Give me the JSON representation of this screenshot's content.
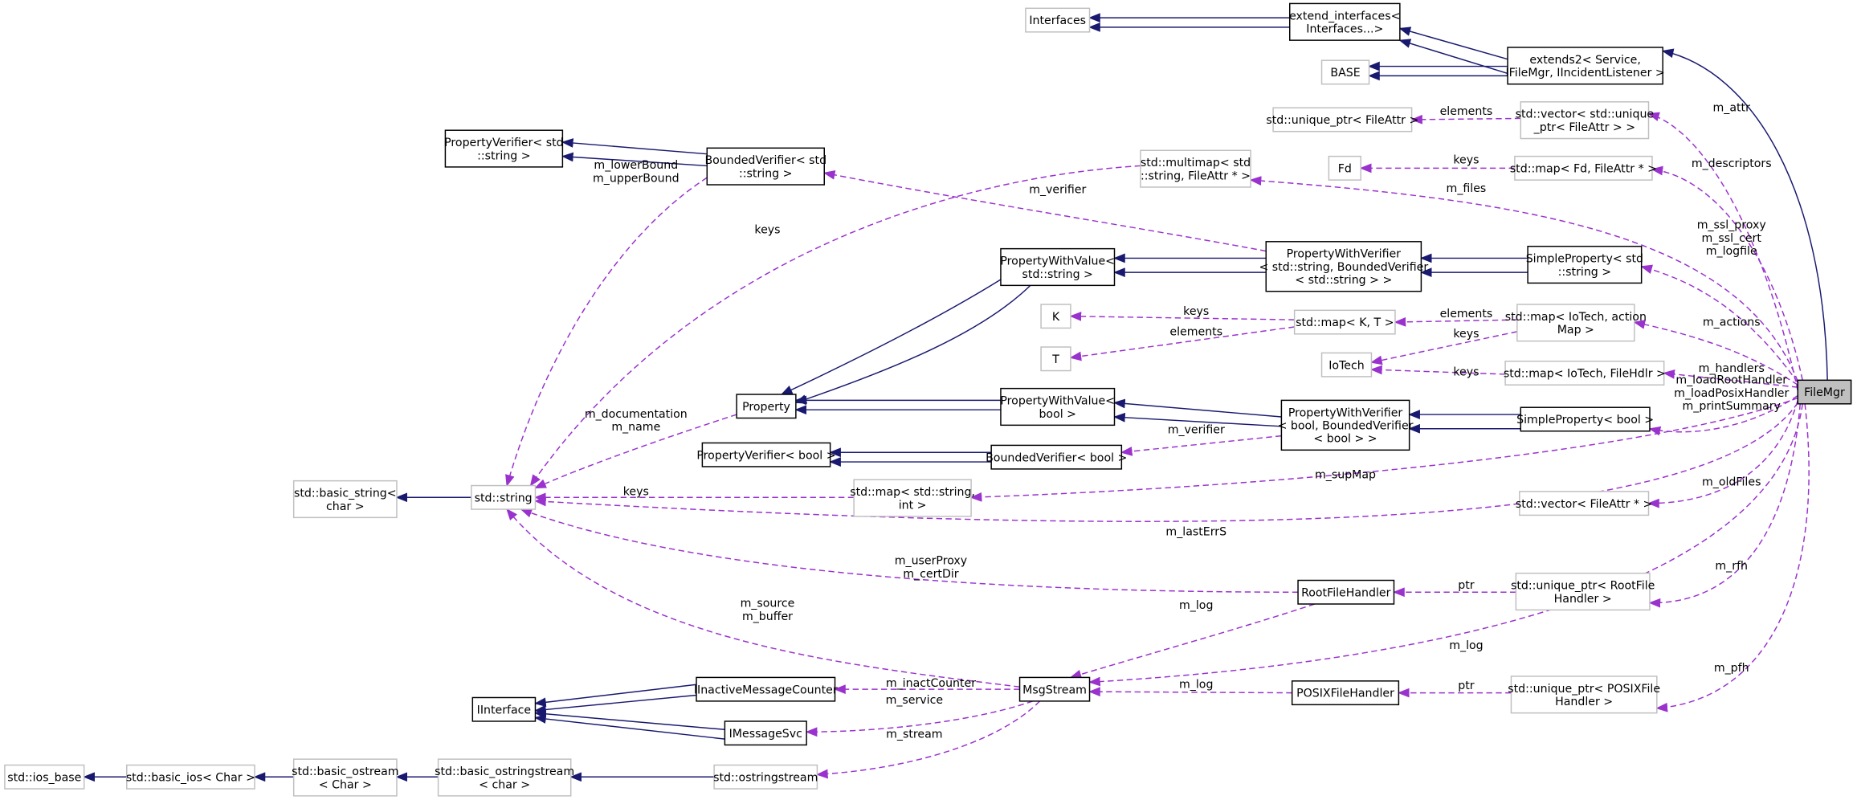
{
  "nodes": {
    "filemgr": [
      "FileMgr"
    ],
    "interfaces": [
      "Interfaces"
    ],
    "extend_interfaces": [
      "extend_interfaces<",
      "Interfaces...>"
    ],
    "base": [
      "BASE"
    ],
    "extends2": [
      "extends2< Service,",
      "IFileMgr, IIncidentListener >"
    ],
    "unique_ptr_fileattr": [
      "std::unique_ptr< FileAttr >"
    ],
    "vector_unique": [
      "std::vector< std::unique",
      "_ptr< FileAttr > >"
    ],
    "fd": [
      "Fd"
    ],
    "map_fd": [
      "std::map< Fd, FileAttr * >"
    ],
    "multimap": [
      "std::multimap< std",
      "::string, FileAttr * >"
    ],
    "pv_std": [
      "PropertyVerifier< std",
      "::string >"
    ],
    "bv_std": [
      "BoundedVerifier< std",
      "::string >"
    ],
    "pwv_string": [
      "PropertyWithValue<",
      "std::string >"
    ],
    "pwver_string": [
      "PropertyWithVerifier",
      "< std::string, BoundedVerifier",
      "< std::string > >"
    ],
    "sp_string": [
      "SimpleProperty< std",
      "::string >"
    ],
    "k": [
      "K"
    ],
    "t": [
      "T"
    ],
    "map_kt": [
      "std::map< K, T >"
    ],
    "map_iotech_action": [
      "std::map< IoTech, action",
      "Map >"
    ],
    "iotech": [
      "IoTech"
    ],
    "map_iotech_hdlr": [
      "std::map< IoTech, FileHdlr >"
    ],
    "property": [
      "Property"
    ],
    "pwv_bool": [
      "PropertyWithValue<",
      "bool >"
    ],
    "pwver_bool": [
      "PropertyWithVerifier",
      "< bool, BoundedVerifier",
      "< bool > >"
    ],
    "sp_bool": [
      "SimpleProperty< bool >"
    ],
    "pv_bool": [
      "PropertyVerifier< bool >"
    ],
    "bv_bool": [
      "BoundedVerifier< bool >"
    ],
    "basic_string": [
      "std::basic_string<",
      "char >"
    ],
    "std_string": [
      "std::string"
    ],
    "map_string_int": [
      "std::map< std::string,",
      "int >"
    ],
    "vector_fileattr": [
      "std::vector< FileAttr * >"
    ],
    "rootfilehandler": [
      "RootFileHandler"
    ],
    "unique_root": [
      "std::unique_ptr< RootFile",
      "Handler >"
    ],
    "iinterface": [
      "IInterface"
    ],
    "iinactive": [
      "IInactiveMessageCounter"
    ],
    "msgstream": [
      "MsgStream"
    ],
    "imsgsvc": [
      "IMessageSvc"
    ],
    "posixfilehandler": [
      "POSIXFileHandler"
    ],
    "unique_posix": [
      "std::unique_ptr< POSIXFile",
      "Handler >"
    ],
    "ios_base": [
      "std::ios_base"
    ],
    "basic_ios": [
      "std::basic_ios< Char >"
    ],
    "basic_ostream": [
      "std::basic_ostream",
      "< Char >"
    ],
    "basic_ostringstream": [
      "std::basic_ostringstream",
      "< char >"
    ],
    "ostringstream": [
      "std::ostringstream"
    ]
  },
  "edge_labels": {
    "m_attr": [
      "m_attr"
    ],
    "elements_uptr": [
      "elements"
    ],
    "keys_fd": [
      "keys"
    ],
    "m_descriptors": [
      "m_descriptors"
    ],
    "m_files": [
      "m_files"
    ],
    "m_lower_upper": [
      "m_lowerBound",
      "m_upperBound"
    ],
    "m_verifier_top": [
      "m_verifier"
    ],
    "keys_multimap": [
      "keys"
    ],
    "m_ssl": [
      "m_ssl_proxy",
      "m_ssl_cert",
      "m_logfile"
    ],
    "keys_k": [
      "keys"
    ],
    "elements_t": [
      "elements"
    ],
    "elements_action": [
      "elements"
    ],
    "keys_iotech1": [
      "keys"
    ],
    "m_actions": [
      "m_actions"
    ],
    "keys_iotech2": [
      "keys"
    ],
    "m_handlers": [
      "m_handlers"
    ],
    "m_load": [
      "m_loadRootHandler",
      "m_loadPosixHandler",
      "m_printSummary"
    ],
    "m_doc_name": [
      "m_documentation",
      "m_name"
    ],
    "m_verifier_bool": [
      "m_verifier"
    ],
    "m_supMap": [
      "m_supMap"
    ],
    "keys_string": [
      "keys"
    ],
    "m_oldFiles": [
      "m_oldFiles"
    ],
    "m_lastErrS": [
      "m_lastErrS"
    ],
    "m_user_cert": [
      "m_userProxy",
      "m_certDir"
    ],
    "ptr_root": [
      "ptr"
    ],
    "m_rfh": [
      "m_rfh"
    ],
    "m_source_buffer": [
      "m_source",
      "m_buffer"
    ],
    "m_log_root": [
      "m_log"
    ],
    "m_log_filemgr": [
      "m_log"
    ],
    "m_inactCounter": [
      "m_inactCounter"
    ],
    "m_log_posix": [
      "m_log"
    ],
    "ptr_posix": [
      "ptr"
    ],
    "m_pfh": [
      "m_pfh"
    ],
    "m_service": [
      "m_service"
    ],
    "m_stream": [
      "m_stream"
    ]
  },
  "colors": {
    "inheritance": "#191970",
    "usage": "#9a32cd",
    "focus_fill": "#bfbfbf",
    "faint_border": "#bfbfbf"
  }
}
